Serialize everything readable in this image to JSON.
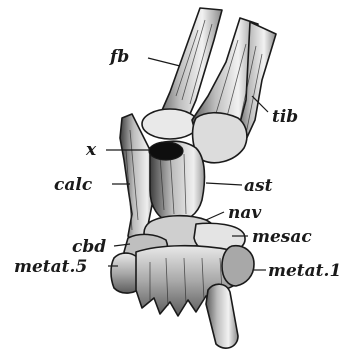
{
  "figure": {
    "labels": {
      "fb": "fb",
      "tib": "tib",
      "x": "x",
      "calc": "calc",
      "ast": "ast",
      "nav": "nav",
      "mesac": "mesac",
      "cbd": "cbd",
      "metat5": "metat.5",
      "metat1": "metat.1"
    },
    "colors": {
      "ink": "#1a1a1a",
      "bone_light": "#f4f4f4",
      "bone_mid": "#c8c8c8",
      "bone_dark": "#6e6e6e",
      "cavity": "#0e0e0e"
    }
  }
}
